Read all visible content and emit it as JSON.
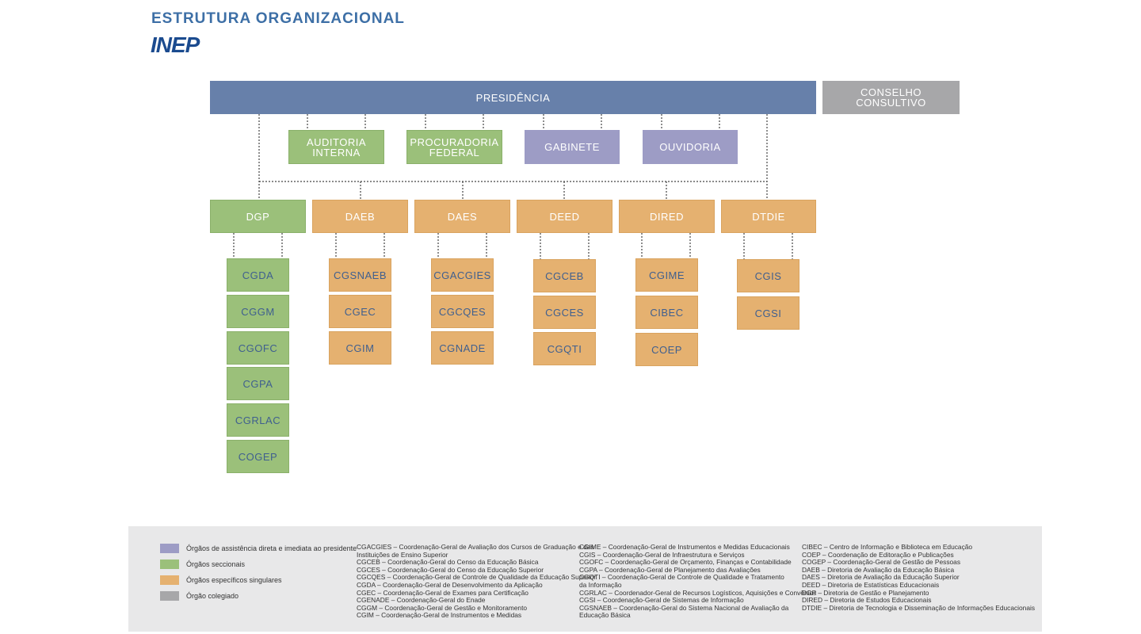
{
  "header": {
    "title": "ESTRUTURA ORGANIZACIONAL",
    "logo_text": "INEP"
  },
  "org": {
    "presidencia": "PRESIDÊNCIA",
    "conselho": [
      "CONSELHO",
      "CONSULTIVO"
    ],
    "assist": [
      {
        "l1": "AUDITORIA",
        "l2": "INTERNA"
      },
      {
        "l1": "PROCURADORIA",
        "l2": "FEDERAL"
      },
      {
        "l1": "GABINETE",
        "l2": ""
      },
      {
        "l1": "OUVIDORIA",
        "l2": ""
      }
    ],
    "directorates": [
      "DGP",
      "DAEB",
      "DAES",
      "DEED",
      "DIRED",
      "DTDIE"
    ],
    "subunits": [
      [
        "CGDA",
        "CGGM",
        "CGOFC",
        "CGPA",
        "CGRLAC",
        "COGEP"
      ],
      [
        "CGSNAEB",
        "CGEC",
        "CGIM"
      ],
      [
        "CGACGIES",
        "CGCQES",
        "CGNADE"
      ],
      [
        "CGCEB",
        "CGCES",
        "CGQTI"
      ],
      [
        "CGIME",
        "CIBEC",
        "COEP"
      ],
      [
        "CGIS",
        "CGSI"
      ]
    ]
  },
  "colors": {
    "presidencia": "#6780aa",
    "conselho": "#a7a7a9",
    "seccionais": "#9bc07a",
    "assistencia": "#9d9cc5",
    "singulares": "#e5b170",
    "title": "#3d6fa6"
  },
  "legend": {
    "items": [
      {
        "label": "Órgãos de assistência direta e imediata ao presidente",
        "color": "#9d9cc5"
      },
      {
        "label": "Órgãos seccionais",
        "color": "#9bc07a"
      },
      {
        "label": "Órgãos específicos singulares",
        "color": "#e5b170"
      },
      {
        "label": "Órgão colegiado",
        "color": "#a7a7a9"
      }
    ],
    "col1": [
      "CGACGIES – Coordenação-Geral de Avaliação dos Cursos de Graduação e das",
      "Instituições de Ensino Superior",
      "CGCEB – Coordenação-Geral do Censo da Educação Básica",
      "CGCES – Coordenação-Geral do Censo da Educação Superior",
      "CGCQES – Coordenação-Geral de Controle de Qualidade da Educação Superior",
      "CGDA – Coordenação-Geral de Desenvolvimento da Aplicação",
      "CGEC – Coordenação-Geral de Exames para Certificação",
      "CGENADE – Coordenação-Geral do Enade",
      "CGGM – Coordenação-Geral de Gestão e Monitoramento",
      "CGIM – Coordenação-Geral de Instrumentos e Medidas"
    ],
    "col2": [
      "CGIME – Coordenação-Geral de Instrumentos e Medidas Educacionais",
      "CGIS – Coordenação-Geral de Infraestrutura e Serviços",
      "CGOFC – Coordenação-Geral de Orçamento, Finanças e Contabilidade",
      "CGPA – Coordenação-Geral de Planejamento das Avaliações",
      "CGQTI – Coordenação-Geral de Controle de Qualidade e Tratamento",
      "da Informação",
      "CGRLAC – Coordenador-Geral de Recursos Logísticos, Aquisições e Convênios",
      "CGSI – Coordenação-Geral de Sistemas de Informação",
      "CGSNAEB – Coordenação-Geral do Sistema Nacional de Avaliação da",
      "Educação Básica"
    ],
    "col3": [
      "CIBEC – Centro de Informação e Biblioteca em Educação",
      "COEP – Coordenação de Editoração e Publicações",
      "COGEP – Coordenação-Geral de Gestão de Pessoas",
      "DAEB – Diretoria de Avaliação da Educação Básica",
      "DAES – Diretoria de Avaliação da Educação Superior",
      "DEED – Diretoria de Estatísticas Educacionais",
      "DGP – Diretoria de Gestão e Planejamento",
      "DIRED – Diretoria de Estudos Educacionais",
      "DTDIE – Diretoria de Tecnologia e Disseminação de Informações Educacionais"
    ]
  }
}
